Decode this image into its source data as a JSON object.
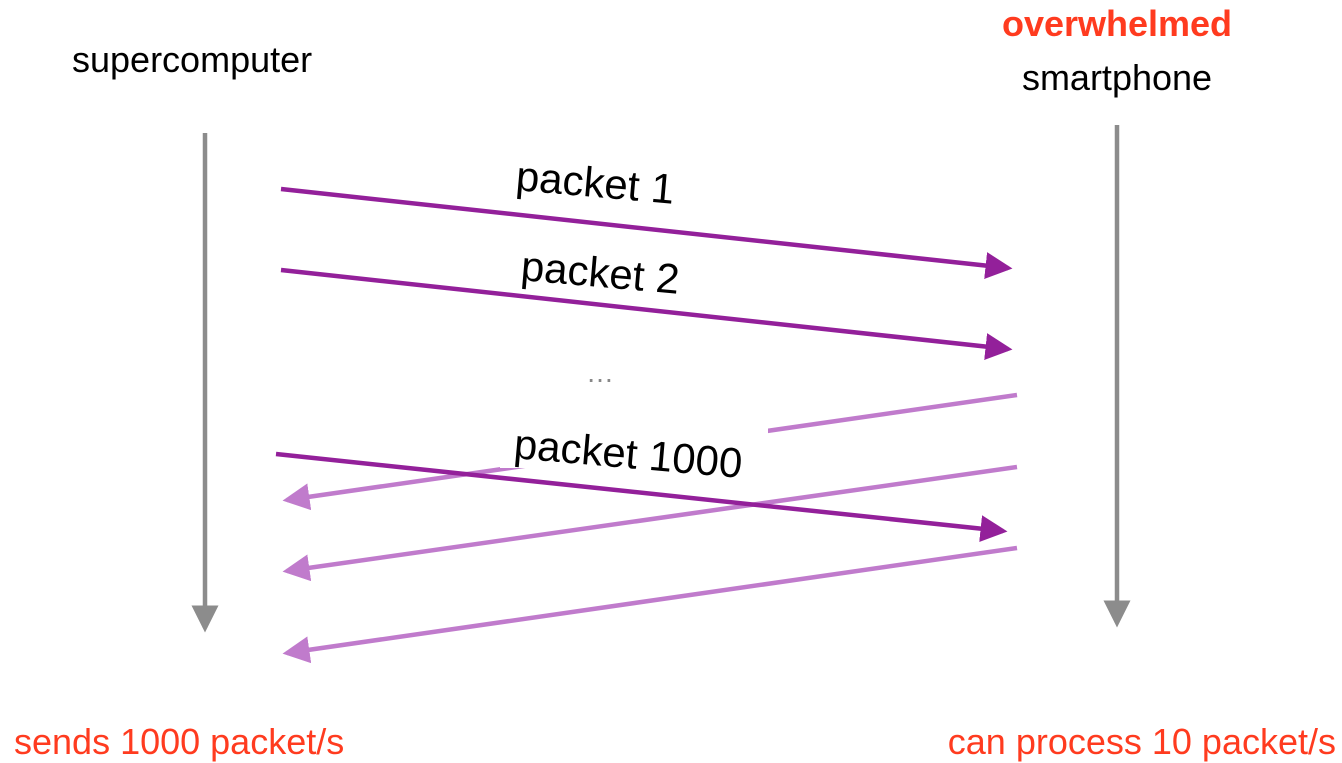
{
  "sender": {
    "name": "supercomputer",
    "rate": "sends 1000 packet/s"
  },
  "receiver": {
    "status": "overwhelmed",
    "name": "smartphone",
    "rate": "can process 10 packet/s"
  },
  "packets": [
    {
      "label": "packet 1"
    },
    {
      "label": "packet 2"
    },
    {
      "label": "packet 1000"
    }
  ],
  "ellipsis": "…",
  "colors": {
    "timeline": "#8c8c8c",
    "packet": "#93209a",
    "ack": "#c07bcc",
    "accent": "#ff3b1f"
  }
}
